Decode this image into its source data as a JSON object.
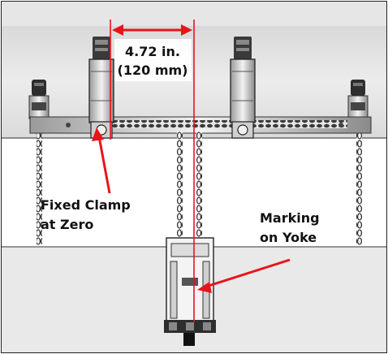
{
  "dimension": {
    "inches": "4.72 in.",
    "millimeters": "(120 mm)"
  },
  "callouts": {
    "fixed_clamp": {
      "line1": "Fixed Clamp",
      "line2": "at Zero"
    },
    "yoke_marking": {
      "line1": "Marking",
      "line2": "on Yoke"
    }
  },
  "colors": {
    "accent": "#e8141b",
    "pipe_background": "#e3e3e3",
    "metal_dark": "#2a2a2a",
    "metal_light": "#d4d4d4"
  },
  "icons": [
    "dimension-arrow-icon",
    "pointer-arrow-icon"
  ]
}
